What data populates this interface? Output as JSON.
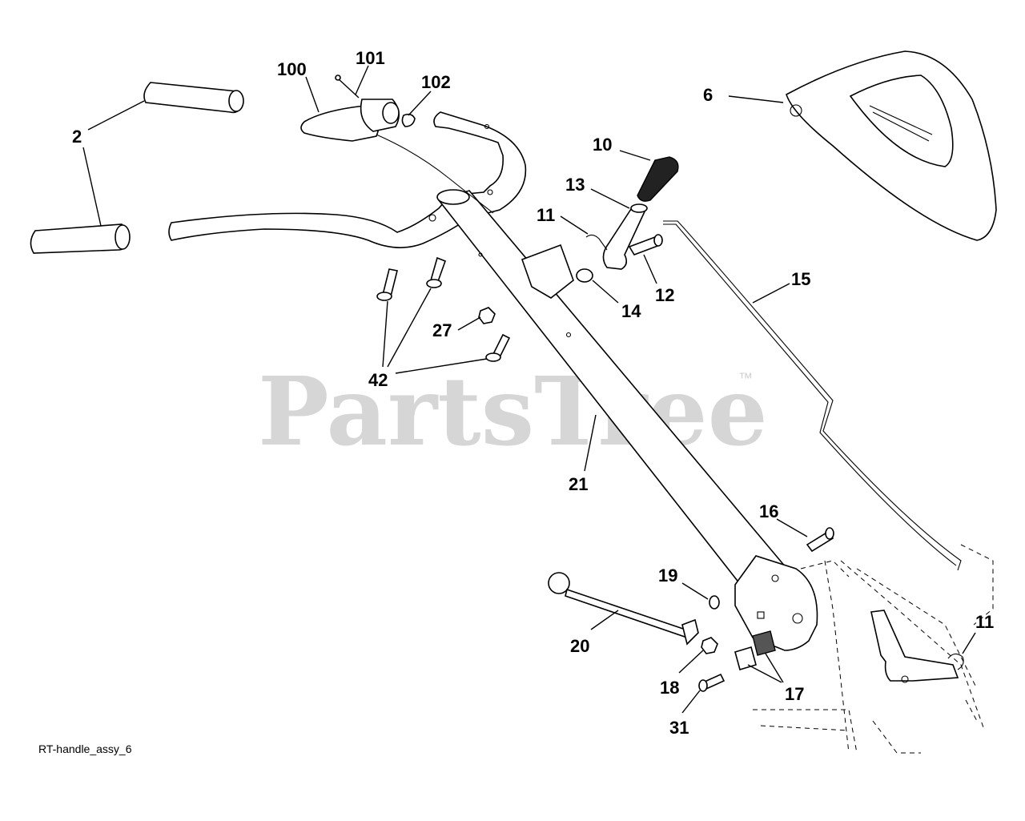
{
  "diagram": {
    "caption": "RT-handle_assy_6",
    "watermark": "PartsTree",
    "watermark_mark": "™",
    "callouts": {
      "c2": "2",
      "c6": "6",
      "c10": "10",
      "c11a": "11",
      "c11b": "11",
      "c12": "12",
      "c13": "13",
      "c14": "14",
      "c15": "15",
      "c16": "16",
      "c17": "17",
      "c18": "18",
      "c19": "19",
      "c20": "20",
      "c21": "21",
      "c27": "27",
      "c31": "31",
      "c42": "42",
      "c100": "100",
      "c101": "101",
      "c102": "102"
    }
  }
}
